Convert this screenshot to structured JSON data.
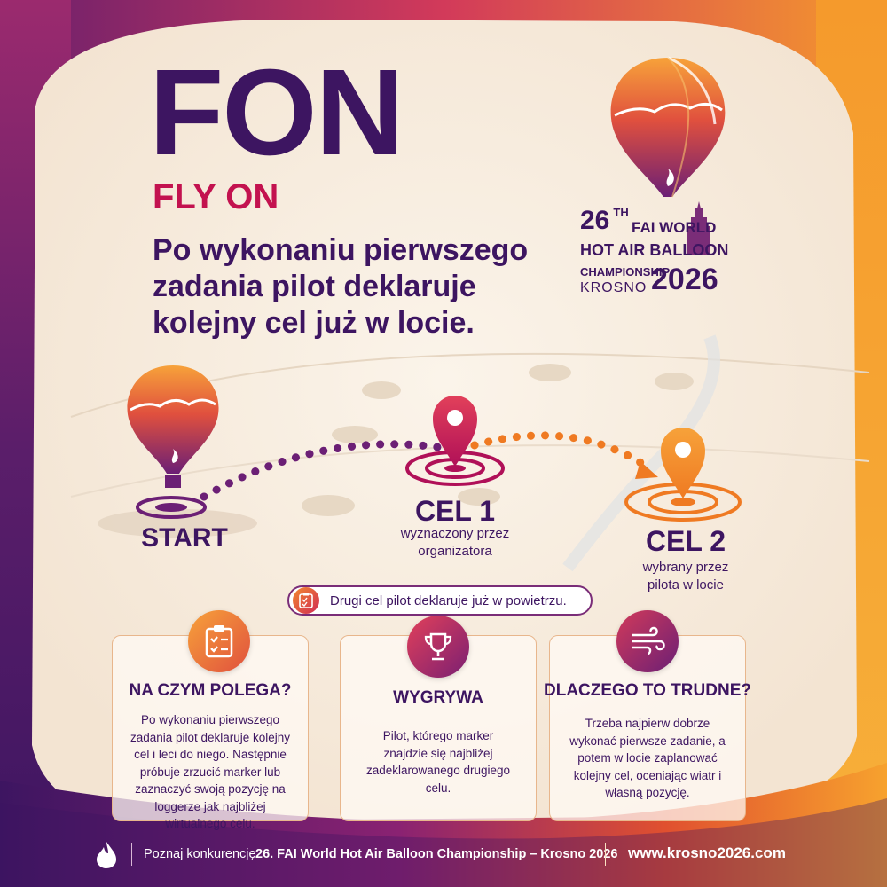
{
  "header": {
    "title": "FON",
    "subtitle": "FLY ON",
    "lead": "Po wykonaniu pierwszego zadania pilot deklaruje kolejny cel już w locie."
  },
  "logo": {
    "number": "26",
    "number_sup": "TH",
    "line1": "FAI WORLD",
    "line2": "HOT AIR BALLOON",
    "line3": "CHAMPIONSHIP",
    "city": "KROSNO",
    "year": "2026"
  },
  "diagram": {
    "start_label": "START",
    "cel1_label": "CEL 1",
    "cel1_desc_1": "wyznaczony przez",
    "cel1_desc_2": "organizatora",
    "cel2_label": "CEL 2",
    "cel2_desc_1": "wybrany przez",
    "cel2_desc_2": "pilota w locie",
    "note": "Drugi cel pilot deklaruje już w powietrzu."
  },
  "cards": [
    {
      "title": "NA CZYM POLEGA?",
      "icon": "clipboard-checklist-icon",
      "body": "Po wykonaniu pierwszego zadania pilot deklaruje kolejny cel i leci do niego. Następnie próbuje zrzucić marker lub zaznaczyć swoją pozycję na loggerze jak najbliżej wirtualnego celu."
    },
    {
      "title": "WYGRYWA",
      "icon": "trophy-icon",
      "body": "Pilot, którego marker znajdzie się najbliżej zadeklarowanego drugiego celu."
    },
    {
      "title": "DLACZEGO TO TRUDNE?",
      "icon": "wind-icon",
      "body": "Trzeba najpierw dobrze wykonać pierwsze zadanie, a potem w locie zaplanować kolejny cel, oceniając wiatr i własną pozycję."
    }
  ],
  "footer": {
    "intro": "Poznaj konkurencję",
    "event": "26. FAI World Hot Air Balloon Championship – Krosno 2026",
    "url": "www.krosno2026.com",
    "icon": "flame-icon"
  },
  "colors": {
    "purple": "#3d1561",
    "magenta": "#c3124f",
    "orange": "#f28a2f",
    "cream": "#f6ede2"
  }
}
